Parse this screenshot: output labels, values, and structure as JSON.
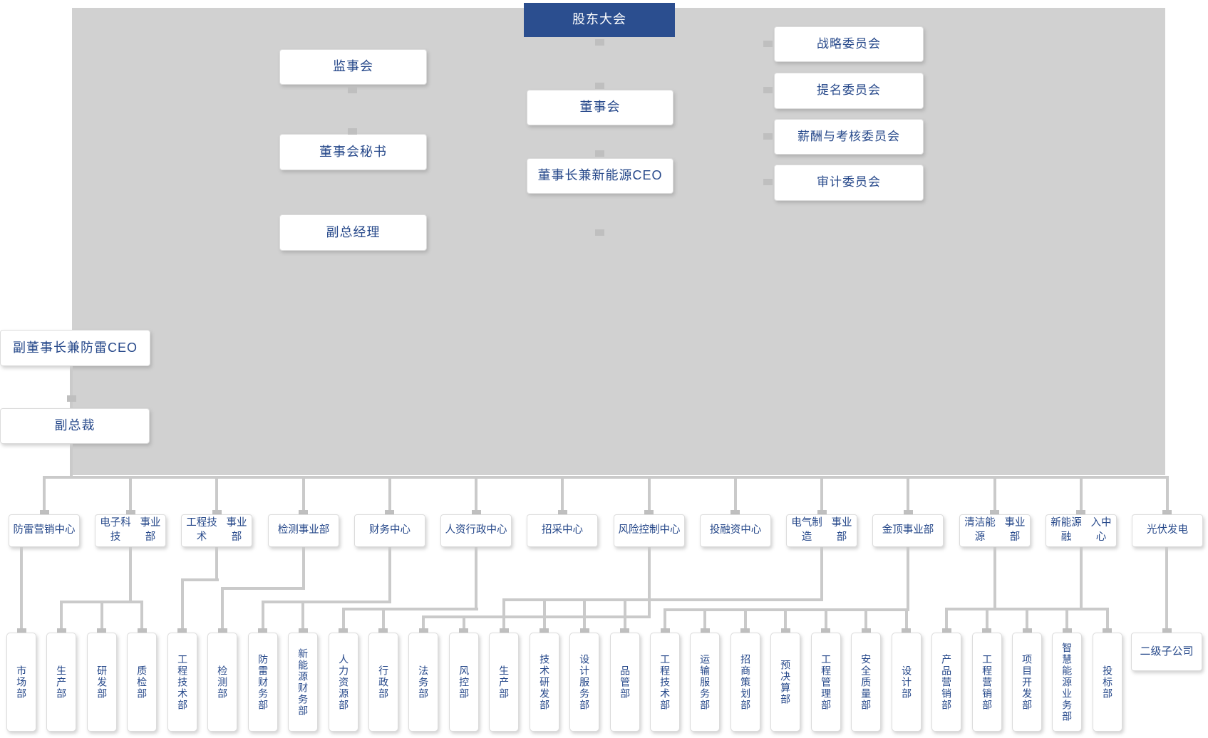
{
  "page": {
    "background": "#ffffff",
    "panel_color": "#d1d1d1",
    "accent_blue": "#2b4e8f",
    "text_blue": "#26488a",
    "line_color": "#cacaca"
  },
  "top": {
    "shareholders": "股东大会",
    "supervisory": "监事会",
    "board": "董事会",
    "board_secretary": "董事会秘书",
    "chairman": "董事长兼新能源CEO",
    "deputy_general_manager": "副总经理",
    "committees": [
      "战略委员会",
      "提名委员会",
      "薪酬与考核委员会",
      "审计委员会"
    ],
    "vice_chairman": "副董事长兼防雷CEO",
    "vice_president": "副总裁"
  },
  "departments": [
    {
      "lines": [
        "防雷营销",
        "中心"
      ]
    },
    {
      "lines": [
        "电子科技",
        "事业部"
      ]
    },
    {
      "lines": [
        "工程技术",
        "事业部"
      ]
    },
    {
      "lines": [
        "检测事业部"
      ]
    },
    {
      "lines": [
        "财务中心"
      ]
    },
    {
      "lines": [
        "人资行政",
        "中心"
      ]
    },
    {
      "lines": [
        "招采中心"
      ]
    },
    {
      "lines": [
        "风险控制",
        "中心"
      ]
    },
    {
      "lines": [
        "投融资中心"
      ]
    },
    {
      "lines": [
        "电气制造",
        "事业部"
      ]
    },
    {
      "lines": [
        "金顶事业部"
      ]
    },
    {
      "lines": [
        "清洁能源",
        "事业部"
      ]
    },
    {
      "lines": [
        "新能源融",
        "入中心"
      ]
    },
    {
      "lines": [
        "光伏发电"
      ]
    }
  ],
  "groups": [
    {
      "parents": [
        0
      ],
      "children": [
        "市场部"
      ]
    },
    {
      "parents": [
        1
      ],
      "children": [
        "生产部",
        "研发部",
        "质检部"
      ]
    },
    {
      "parents": [
        2
      ],
      "children": [
        "工程技术部"
      ]
    },
    {
      "parents": [
        3
      ],
      "children": [
        "检测部"
      ]
    },
    {
      "parents": [
        4
      ],
      "children": [
        "防雷财务部",
        "新能源财务部"
      ]
    },
    {
      "parents": [
        5
      ],
      "children": [
        "人力资源部",
        "行政部"
      ]
    },
    {
      "parents": [
        7
      ],
      "children": [
        "法务部",
        "风控部"
      ]
    },
    {
      "parents": [
        9
      ],
      "children": [
        "生产部",
        "技术研发部",
        "设计服务部",
        "品管部"
      ]
    },
    {
      "parents": [
        10
      ],
      "children": [
        "工程技术部",
        "运输服务部",
        "招商策划部",
        "预决算部",
        "工程管理部",
        "安全质量部",
        "设计部"
      ]
    },
    {
      "parents": [
        11,
        12
      ],
      "children": [
        "产品营销部",
        "工程营销部",
        "项目开发部",
        "智慧能源业务部",
        "投标部"
      ]
    }
  ],
  "subsidiary": {
    "label": "二级子公司",
    "parent": 13
  }
}
